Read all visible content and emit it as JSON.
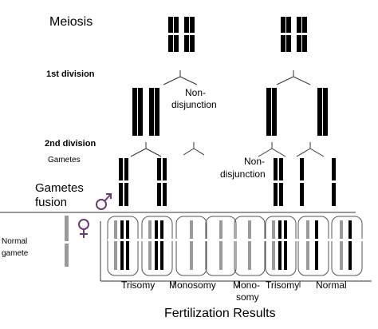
{
  "labels": {
    "meiosis": "Meiosis",
    "first_division": "1st division",
    "second_division": "2nd division",
    "gametes": "Gametes",
    "gametes_fusion_line1": "Gametes",
    "gametes_fusion_line2": "fusion",
    "normal_gamete_line1": "Normal",
    "normal_gamete_line2": "gamete",
    "nondisjunction_1_line1": "Non-",
    "nondisjunction_1_line2": "disjunction",
    "nondisjunction_2_line1": "Non-",
    "nondisjunction_2_line2": "disjunction",
    "fertilization_results": "Fertilization Results"
  },
  "results": {
    "trisomy_1": "Trisomy",
    "monosomy_1": "Monosomy",
    "monosomy_2_line1": "Mono-",
    "monosomy_2_line2": "somy",
    "trisomy_2": "Trisomy",
    "normal": "Normal"
  },
  "symbols": {
    "male_symbol": "male-symbol-icon",
    "female_symbol": "female-symbol-icon"
  },
  "colors": {
    "chromosome": "#000000",
    "normal_chromosome": "#9a9a9a",
    "sex_symbol": "#6a3a78",
    "line": "#333333"
  }
}
